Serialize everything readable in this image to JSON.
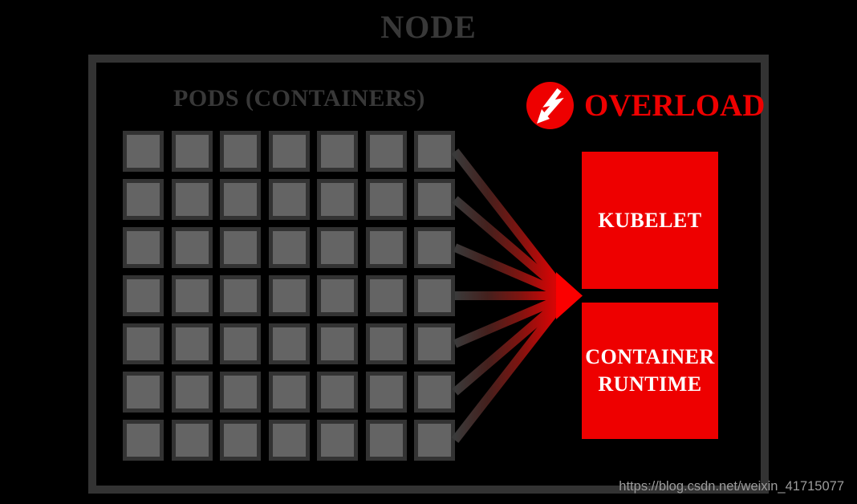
{
  "title": "NODE",
  "node": {
    "pods_label": "PODS (CONTAINERS)",
    "grid": {
      "rows": 7,
      "cols": 7
    },
    "overload": {
      "label": "OVERLOAD",
      "icon": "lightning-icon"
    },
    "components": [
      {
        "label": "KUBELET"
      },
      {
        "label": "CONTAINER RUNTIME"
      }
    ]
  },
  "watermark": "https://blog.csdn.net/weixin_41715077",
  "colors": {
    "accent_red": "#ee0000",
    "arrow_red": "#fb0000",
    "pod_fill": "#646464",
    "pod_border": "#333333",
    "frame_border": "#333333",
    "muted_text": "#383838",
    "watermark_text": "#9c9c9c"
  }
}
